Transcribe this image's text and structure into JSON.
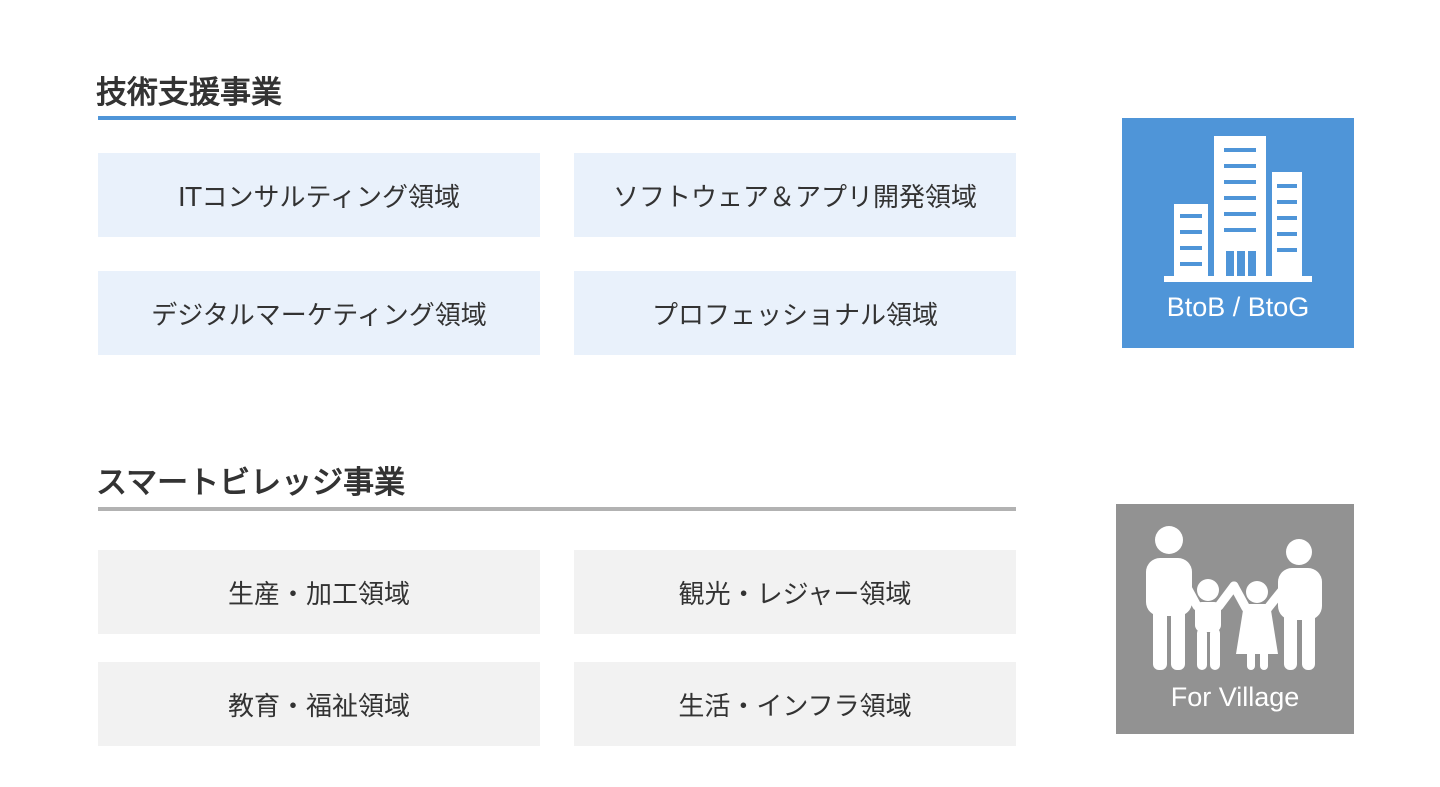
{
  "colors": {
    "accent_blue": "#4f95d8",
    "cell_blue": "#e9f1fb",
    "badge_gray": "#929292",
    "cell_gray": "#f2f2f2",
    "rule_gray": "#b2b2b2",
    "text": "#333333"
  },
  "tech_section": {
    "title": "技術支援事業",
    "areas": [
      "ITコンサルティング領域",
      "ソフトウェア＆アプリ開発領域",
      "デジタルマーケティング領域",
      "プロフェッショナル領域"
    ],
    "badge": {
      "icon": "office-building-icon",
      "label": "BtoB / BtoG"
    }
  },
  "village_section": {
    "title": "スマートビレッジ事業",
    "areas": [
      "生産・加工領域",
      "観光・レジャー領域",
      "教育・福祉領域",
      "生活・インフラ領域"
    ],
    "badge": {
      "icon": "family-icon",
      "label": "For Village"
    }
  }
}
